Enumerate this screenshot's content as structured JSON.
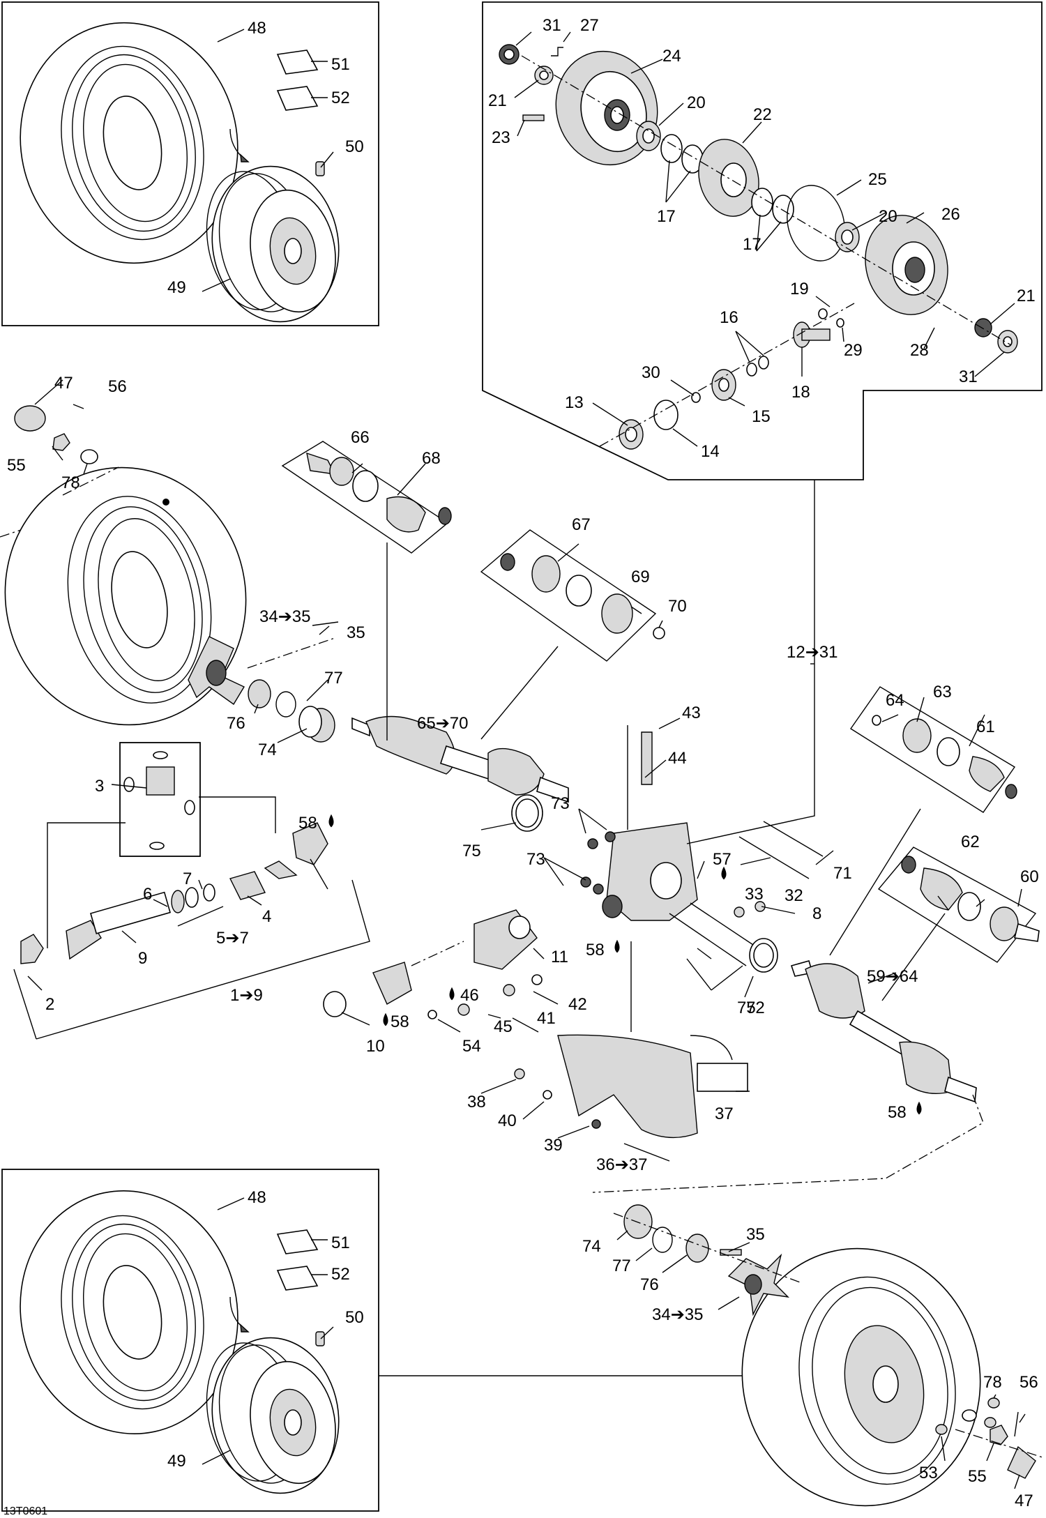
{
  "diagram": {
    "reference_code": "13T0601",
    "callouts": {
      "c1_9": "1➔9",
      "c2": "2",
      "c3": "3",
      "c4": "4",
      "c5_7": "5➔7",
      "c6": "6",
      "c7": "7",
      "c8": "8",
      "c9": "9",
      "c10": "10",
      "c11": "11",
      "c12_31": "12➔31",
      "c13": "13",
      "c14": "14",
      "c15": "15",
      "c16": "16",
      "c17a": "17",
      "c17b": "17",
      "c18": "18",
      "c19": "19",
      "c20a": "20",
      "c20b": "20",
      "c21a": "21",
      "c21b": "21",
      "c22": "22",
      "c23": "23",
      "c24": "24",
      "c25": "25",
      "c26": "26",
      "c27": "27",
      "c28": "28",
      "c29": "29",
      "c30": "30",
      "c31a": "31",
      "c31b": "31",
      "c32": "32",
      "c33": "33",
      "c34_35a": "34➔35",
      "c34_35b": "34➔35",
      "c35a": "35",
      "c35b": "35",
      "c36_37": "36➔37",
      "c37": "37",
      "c38": "38",
      "c39": "39",
      "c40": "40",
      "c41": "41",
      "c42": "42",
      "c43": "43",
      "c44": "44",
      "c45": "45",
      "c46": "46",
      "c47a": "47",
      "c47b": "47",
      "c48a": "48",
      "c48b": "48",
      "c49a": "49",
      "c49b": "49",
      "c50a": "50",
      "c50b": "50",
      "c51a": "51",
      "c51b": "51",
      "c52a": "52",
      "c52b": "52",
      "c53": "53",
      "c54": "54",
      "c55a": "55",
      "c55b": "55",
      "c56a": "56",
      "c56b": "56",
      "c57": "57",
      "c58a": "58",
      "c58b": "58",
      "c58c": "58",
      "c58d": "58",
      "c59_64": "59➔64",
      "c60": "60",
      "c61": "61",
      "c62": "62",
      "c63": "63",
      "c64": "64",
      "c65_70": "65➔70",
      "c66": "66",
      "c67": "67",
      "c68": "68",
      "c69": "69",
      "c70": "70",
      "c71": "71",
      "c72": "72",
      "c73a": "73",
      "c73b": "73",
      "c74a": "74",
      "c74b": "74",
      "c75a": "75",
      "c75b": "75",
      "c76a": "76",
      "c76b": "76",
      "c77a": "77",
      "c77b": "77",
      "c78a": "78",
      "c78b": "78"
    }
  }
}
